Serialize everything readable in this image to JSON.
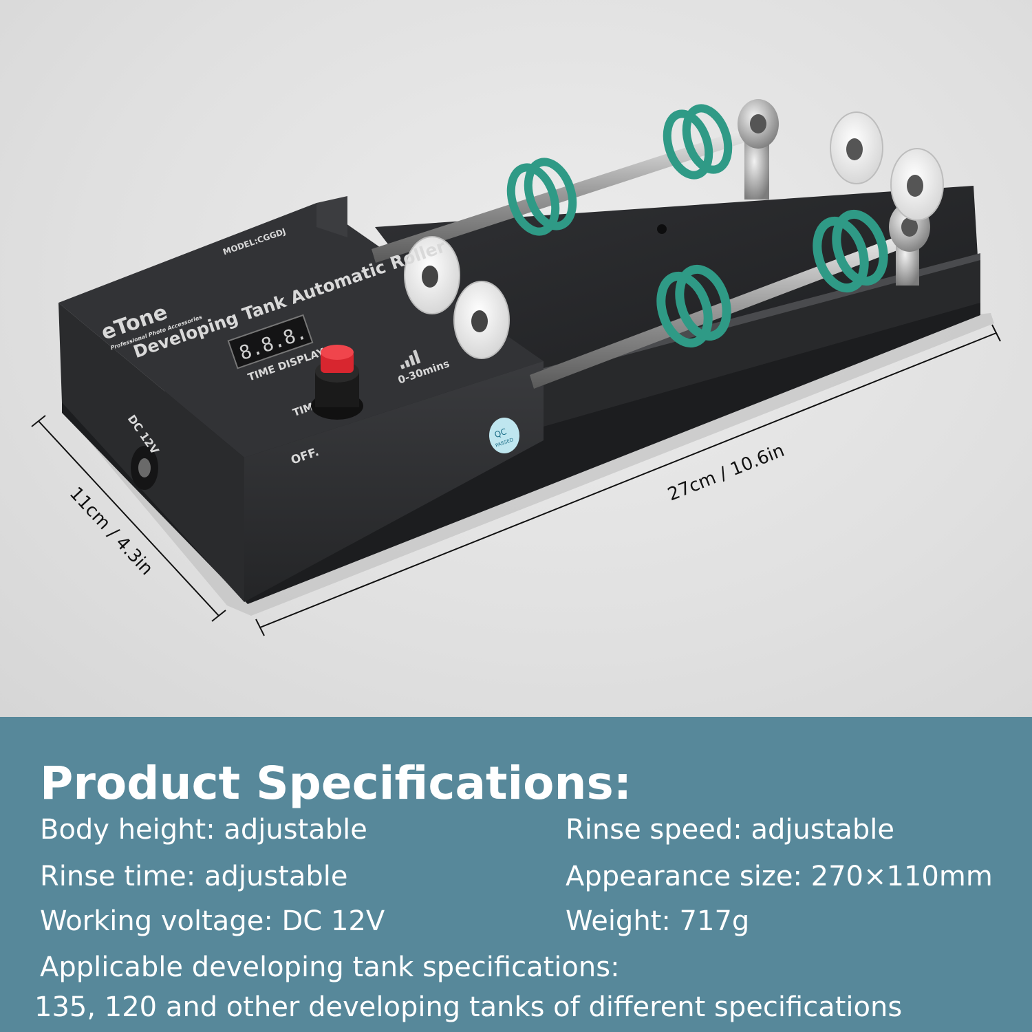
{
  "product": {
    "brand": "eTone",
    "brand_tagline": "Professional Photo Accessories",
    "model": "MODEL:CGGDJ",
    "panel_title": "Developing Tank Automatic Roller",
    "display_digits": "8.8.8.",
    "display_label": "TIME DISPLAY",
    "knob_label_time": "TIME",
    "knob_label_off": "OFF.",
    "range_label": "0-30mins",
    "power_label": "DC  12V",
    "qc_sticker_line1": "QC",
    "qc_sticker_line2": "PASSED"
  },
  "dimensions": {
    "length": "27cm / 10.6in",
    "width": "11cm / 4.3in"
  },
  "specs": {
    "title": "Product Specifications:",
    "body_height": "Body height: adjustable",
    "rinse_speed": "Rinse speed: adjustable",
    "rinse_time": "Rinse time: adjustable",
    "appearance_size": "Appearance size: 270×110mm",
    "working_voltage": "Working voltage: DC 12V",
    "weight": "Weight: 717g",
    "applicable_label": "Applicable developing tank specifications:",
    "applicable_value": "135, 120 and other developing tanks of different specifications"
  },
  "colors": {
    "spec_band": "#57889a",
    "device_body": "#2b2c2e",
    "o_ring": "#2f9a86",
    "knob_cap": "#d8262f"
  }
}
